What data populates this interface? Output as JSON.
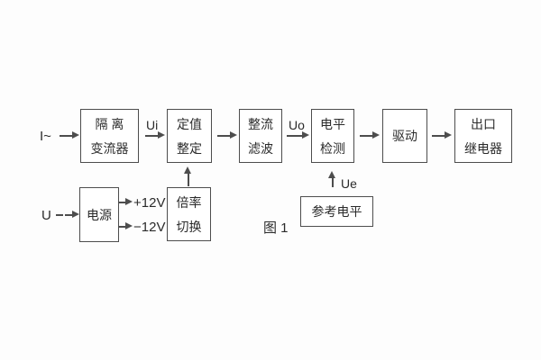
{
  "figure": {
    "caption": "图 1"
  },
  "signals": {
    "current_input": "I~",
    "voltage_input": "U",
    "ui": "Ui",
    "uo": "Uo",
    "ue": "Ue",
    "pos_rail": "+12V",
    "neg_rail": "−12V"
  },
  "blocks": {
    "isolation_transformer": {
      "line1": "隔 离",
      "line2": "变流器"
    },
    "setpoint_setting": {
      "line1": "定值",
      "line2": "整定"
    },
    "rectifier_filter": {
      "line1": "整流",
      "line2": "滤波"
    },
    "level_detection": {
      "line1": "电平",
      "line2": "检测"
    },
    "drive": {
      "label": "驱动"
    },
    "output_relay": {
      "line1": "出口",
      "line2": "继电器"
    },
    "power_supply": {
      "label": "电源"
    },
    "ratio_switch": {
      "line1": "倍率",
      "line2": "切换"
    },
    "reference_level": {
      "label": "参考电平"
    }
  },
  "colors": {
    "line": "#4d4d4d",
    "text": "#2b2b2b",
    "background": "#fdfdfd",
    "box_background": "#ffffff"
  }
}
